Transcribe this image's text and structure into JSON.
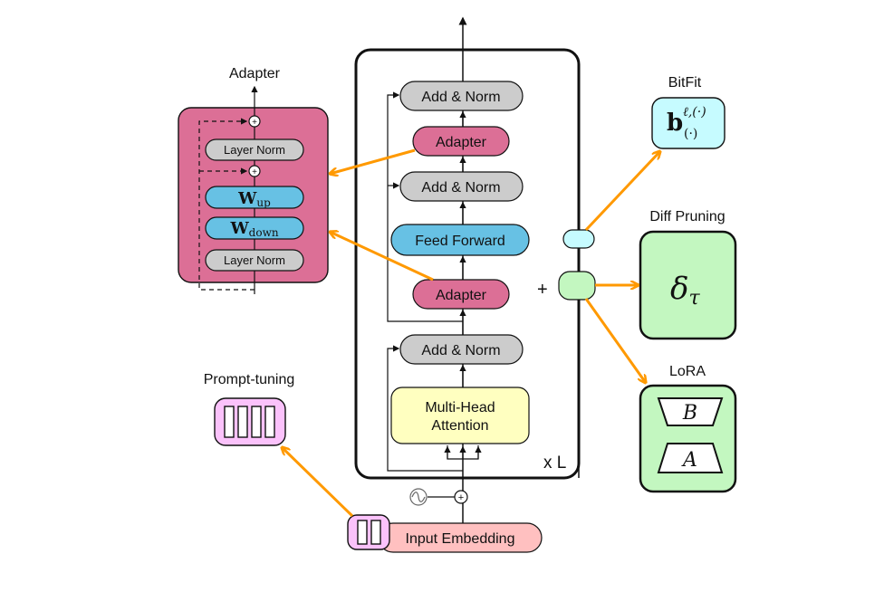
{
  "colors": {
    "orange": "#ff9900",
    "adapter_pink": "#dc6f96",
    "norm_gray": "#cccccc",
    "ffn_blue": "#67c1e4",
    "attention_yellow": "#ffffc0",
    "bitfit_cyan": "#c6fbff",
    "green": "#c3f7c0",
    "prompt_pink": "#fbc2fb",
    "embed_pink": "#ffc0c0"
  },
  "adapter_module": {
    "title": "Adapter",
    "layers": [
      "Layer Norm",
      "W",
      "W",
      "Layer Norm"
    ],
    "w_up": {
      "base": "W",
      "sub": "up"
    },
    "w_down": {
      "base": "W",
      "sub": "down"
    },
    "top_norm": "Layer Norm",
    "bottom_norm": "Layer Norm",
    "plus": "+"
  },
  "transformer_block": {
    "add_norm_top": "Add & Norm",
    "adapter_top": "Adapter",
    "add_norm_mid": "Add & Norm",
    "feed_forward": "Feed Forward",
    "adapter_bottom": "Adapter",
    "add_norm_bottom": "Add & Norm",
    "attention_line1": "Multi-Head",
    "attention_line2": "Attention",
    "repeat_label": "x L",
    "plus_label": "+"
  },
  "input": {
    "embedding_label": "Input Embedding",
    "positional_icon": "sine-wave-icon",
    "plus": "+"
  },
  "prompt_tuning": {
    "title": "Prompt-tuning",
    "tokens": 4,
    "input_tokens": 2
  },
  "bitfit": {
    "title": "BitFit",
    "base": "b",
    "superscript": "ℓ,(·)",
    "subscript": "(·)"
  },
  "diff_pruning": {
    "title": "Diff Pruning",
    "symbol": "δ",
    "sub": "τ"
  },
  "lora": {
    "title": "LoRA",
    "top_matrix": "B",
    "bottom_matrix": "A"
  }
}
